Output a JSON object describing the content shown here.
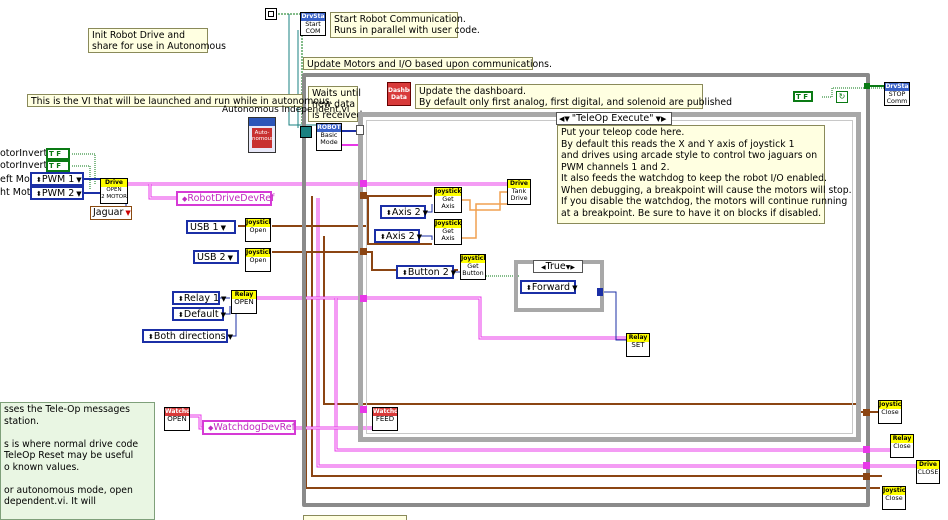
{
  "notes": {
    "init_drive": "Init Robot Drive and\nshare for use in Autonomous",
    "start_comm": "Start Robot Communication.\nRuns in parallel with user code.",
    "update_motors": "Update Motors and I/O based upon communications.",
    "waits_until": "Waits until\nnew data\nis received",
    "update_dashboard": "Update the dashboard.\nBy default only first analog, first digital, and solenoid are published",
    "vi_launched": "This is the VI that will be launched and run while in autonomous.",
    "teleop_info": "Put your teleop code here.\nBy default this reads the X and Y axis of joystick 1\nand drives using arcade style to control two jaguars on\nPWM channels 1 and 2.\nIt also feeds the watchdog to keep the robot I/O enabled.\nWhen debugging, a breakpoint will cause the motors will stop.\nIf you disable the watchdog, the motors will continue running\nat a breakpoint. Be sure to have it on blocks if disabled.",
    "green_note": "sses the Tele-Op messages\nstation.\n\ns is where normal drive code\nTeleOp Reset may be useful\no known values.\n\nor autonomous mode, open\ndependent.vi. It will"
  },
  "labels": {
    "autonomous_vi": "Autonomous Independent.vi",
    "motor_inverted_1": "otorInverted",
    "motor_inverted_2": "otorInverted",
    "left_motor": "eft Moto",
    "right_motor": "ht Moto",
    "true_const": "T F",
    "tf_small": "T F"
  },
  "controls": {
    "pwm1": "PWM 1",
    "pwm2": "PWM 2",
    "jaguar": "Jaguar",
    "robot_drive_ref": "RobotDriveDevRef",
    "usb1": "USB 1",
    "usb2": "USB 2",
    "axis2_a": "Axis 2",
    "axis2_b": "Axis 2",
    "button2": "Button 2",
    "relay1": "Relay 1",
    "default": "Default",
    "both_directions": "Both directions",
    "forward": "Forward",
    "watchdog_ref": "WatchdogDevRef"
  },
  "structures": {
    "case_teleop": "\"TeleOp Execute\"",
    "case_true": "True"
  },
  "vis": {
    "start_com": {
      "head": "DrvSta",
      "body": "Start\nCOM"
    },
    "stop_comm": {
      "head": "DrvSta",
      "body": "STOP\nComm"
    },
    "robot_basic": {
      "head": "ROBOT",
      "body": "Basic\nMode"
    },
    "dashbd": {
      "head": "Dashbd",
      "body": "Data"
    },
    "autonomous_icon": {
      "head": "",
      "body": "Auto-\nnomous"
    },
    "drive_open": {
      "head": "Drive",
      "body": "OPEN\n2 MOTOR"
    },
    "tank_drive": {
      "head": "Drive",
      "body": "Tank\nDrive"
    },
    "joy_open_1": {
      "head": "Joystick",
      "body": "Open"
    },
    "joy_open_2": {
      "head": "Joystick",
      "body": "Open"
    },
    "get_axis_1": {
      "head": "Joystick",
      "body": "Get\nAxis"
    },
    "get_axis_2": {
      "head": "Joystick",
      "body": "Get\nAxis"
    },
    "get_button": {
      "head": "Joystick",
      "body": "Get\nButton"
    },
    "relay_open": {
      "head": "Relay",
      "body": "OPEN"
    },
    "relay_set": {
      "head": "Relay",
      "body": "SET"
    },
    "watchdog_open": {
      "head": "Watchdog",
      "body": "OPEN"
    },
    "watchdog_feed": {
      "head": "Watchdog",
      "body": "FEED"
    },
    "joy_close_1": {
      "head": "Joystick",
      "body": "Close"
    },
    "relay_close": {
      "head": "Relay",
      "body": "Close"
    },
    "drive_close": {
      "head": "Drive",
      "body": "CLOSE"
    },
    "joy_close_2": {
      "head": "Joystick",
      "body": "Close"
    }
  },
  "colors": {
    "refnum_wire": "#e838e8",
    "brown_wire": "#8b4513",
    "cluster_wire": "#c06010",
    "orange_wire": "#f0a050",
    "blue_wire": "#1b2fa6",
    "green_wire": "#0a7a14",
    "loop_border": "#8a8a8a",
    "note_bg": "#ffffe1"
  }
}
